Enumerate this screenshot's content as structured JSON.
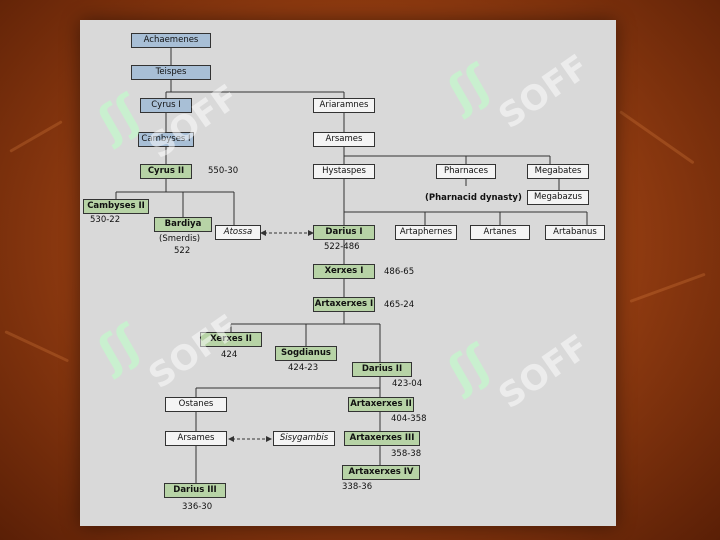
{
  "watermark": {
    "text": "SOFF",
    "glyph": "ʃʃ"
  },
  "nodes": {
    "achaemenes": "Achaemenes",
    "teispes": "Teispes",
    "cyrus1": "Cyrus I",
    "cambyses1": "Cambyses I",
    "cyrus2": "Cyrus II",
    "cambyses2": "Cambyses II",
    "bardiya": "Bardiya",
    "atossa": "Atossa",
    "ariaramnes": "Ariaramnes",
    "arsames1": "Arsames",
    "hystaspes": "Hystaspes",
    "pharnaces": "Pharnaces",
    "megabates": "Megabates",
    "megabazus": "Megabazus",
    "darius1": "Darius I",
    "artaphernes": "Artaphernes",
    "artanes": "Artanes",
    "artabanus": "Artabanus",
    "xerxes1": "Xerxes I",
    "artaxerxes1": "Artaxerxes I",
    "xerxes2": "Xerxes II",
    "sogdianus": "Sogdianus",
    "darius2": "Darius II",
    "ostanes": "Ostanes",
    "artaxerxes2": "Artaxerxes II",
    "arsames2": "Arsames",
    "sisygambis": "Sisygambis",
    "artaxerxes3": "Artaxerxes III",
    "artaxerxes4": "Artaxerxes IV",
    "darius3": "Darius III"
  },
  "notes": {
    "cyrus2_years": "550-30",
    "cambyses2_years": "530-22",
    "bardiya_alias": "(Smerdis)",
    "bardiya_year": "522",
    "pharnacid": "(Pharnacid dynasty)",
    "darius1_years": "522-486",
    "xerxes1_years": "486-65",
    "artaxerxes1_years": "465-24",
    "xerxes2_year": "424",
    "sogdianus_years": "424-23",
    "darius2_years": "423-04",
    "artaxerxes2_years": "404-358",
    "artaxerxes3_years": "358-38",
    "artaxerxes4_years": "338-36",
    "darius3_years": "336-30"
  }
}
